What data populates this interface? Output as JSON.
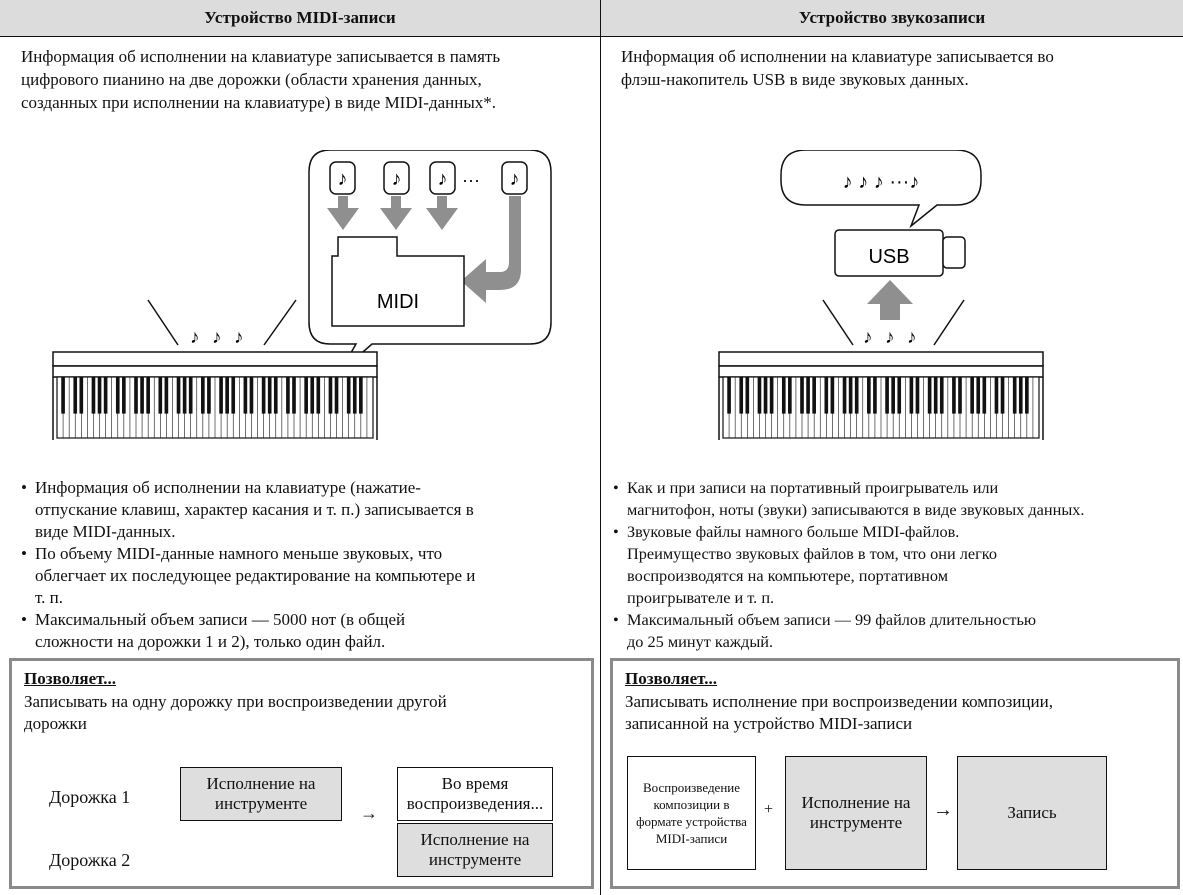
{
  "left": {
    "header": "Устройство MIDI-записи",
    "intro": [
      "Информация об исполнении на клавиатуре записывается в память",
      "цифрового пианино на две дорожки (области хранения данных,",
      "созданных при исполнении на клавиатуре) в виде MIDI-данных*."
    ],
    "illustration": {
      "midi_label": "MIDI",
      "note": "♪",
      "ellipsis": "···"
    },
    "bullets": [
      [
        "Информация об исполнении на клавиатуре (нажатие-",
        "отпускание клавиш, характер касания и т. п.) записывается в",
        "виде MIDI-данных."
      ],
      [
        "По объему MIDI-данные намного меньше звуковых, что",
        "облегчает их последующее редактирование на компьютере и",
        "т. п."
      ],
      [
        "Максимальный объем записи — 5000 нот (в общей",
        "сложности на дорожки 1 и 2), только один файл."
      ]
    ],
    "allows": {
      "title": "Позволяет...",
      "desc": [
        "Записывать на одну дорожку при воспроизведении другой",
        "дорожки"
      ],
      "track1": "Дорожка 1",
      "track2": "Дорожка 2",
      "box_perform": [
        "Исполнение на",
        "инструменте"
      ],
      "box_during": [
        "Во время",
        "воспроизведения..."
      ],
      "box_perform2": [
        "Исполнение на",
        "инструменте"
      ],
      "arrow": "→"
    }
  },
  "right": {
    "header": "Устройство звукозаписи",
    "intro": [
      "Информация об исполнении на клавиатуре записывается во",
      "флэш-накопитель USB в виде звуковых данных."
    ],
    "illustration": {
      "usb_label": "USB",
      "notes": "♪ ♪ ♪ ···♪"
    },
    "bullets": [
      [
        "Как и при записи на портативный проигрыватель или",
        "магнитофон, ноты (звуки) записываются в виде звуковых данных."
      ],
      [
        "Звуковые файлы намного больше MIDI-файлов.",
        "Преимущество звуковых файлов в том, что они легко",
        "воспроизводятся на компьютере, портативном",
        "проигрывателе и т. п."
      ],
      [
        "Максимальный объем записи — 99 файлов длительностью",
        "до 25 минут каждый."
      ]
    ],
    "allows": {
      "title": "Позволяет...",
      "desc": [
        "Записывать исполнение при воспроизведении композиции,",
        "записанной на устройство MIDI-записи"
      ],
      "box_playback": [
        "Воспроизведение",
        "композиции в",
        "формате устройства",
        "MIDI-записи"
      ],
      "plus": "+",
      "box_perform": [
        "Исполнение на",
        "инструменте"
      ],
      "arrow": "→",
      "box_record": "Запись"
    }
  },
  "colors": {
    "gray_fill": "#dedede",
    "header_bg": "#dcdcdc",
    "arrow_gray": "#8f8f8f",
    "box_border": "#8a8a8a"
  }
}
